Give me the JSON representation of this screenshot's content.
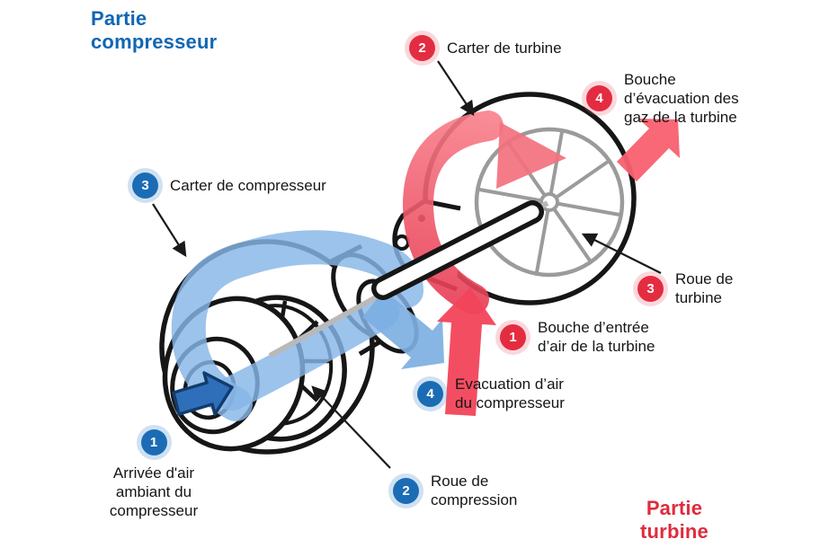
{
  "titles": {
    "compressor": "Partie\ncompresseur",
    "turbine": "Partie\nturbine"
  },
  "colors": {
    "compressor_accent": "#1266b2",
    "turbine_accent": "#e02b3c",
    "badge_blue": "#1b6cb5",
    "badge_red": "#e42c40",
    "airflow_light_blue": "#86b6e6",
    "intake_arrow_blue": "#2f6fb9",
    "gasflow_red": "#f25062",
    "exhaust_arrow_red": "#f9606f",
    "wheel_grey": "#9b9b9b",
    "outline_black": "#161616"
  },
  "callouts": {
    "compressor_1": {
      "number": "1",
      "label": "Arrivée d'air\nambiant du\ncompresseur"
    },
    "compressor_2": {
      "number": "2",
      "label": "Roue de\ncompression"
    },
    "compressor_3": {
      "number": "3",
      "label": "Carter de compresseur"
    },
    "compressor_4": {
      "number": "4",
      "label": "Evacuation d’air\ndu compresseur"
    },
    "turbine_1": {
      "number": "1",
      "label": "Bouche d’entrée\nd’air de la turbine"
    },
    "turbine_2": {
      "number": "2",
      "label": "Carter de turbine"
    },
    "turbine_3": {
      "number": "3",
      "label": "Roue de\nturbine"
    },
    "turbine_4": {
      "number": "4",
      "label": "Bouche\nd’évacuation des\ngaz de la turbine"
    }
  },
  "diagram": {
    "subject": "turbocompresseur",
    "icons": [
      "intake-arrow-icon",
      "compressor-airflow-icon",
      "compressor-outlet-arrow-icon",
      "turbine-inlet-arrow-icon",
      "turbine-gasflow-icon",
      "exhaust-arrow-icon"
    ]
  }
}
